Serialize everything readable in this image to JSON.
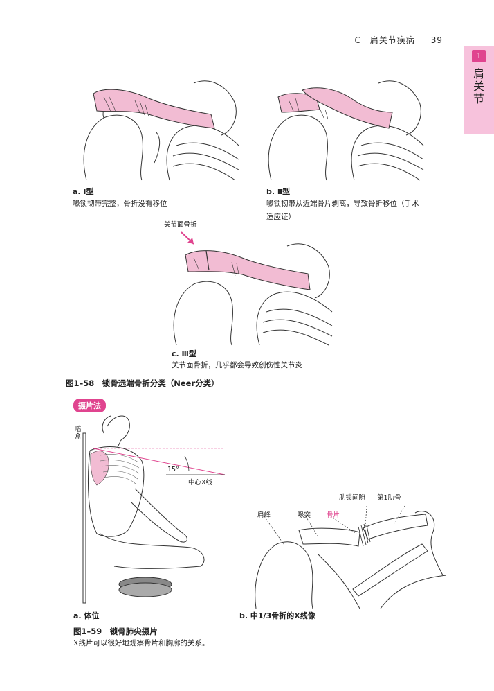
{
  "header": {
    "section": "C　肩关节疾病",
    "page": "39"
  },
  "side_tab": {
    "number": "1",
    "label": "肩关节"
  },
  "fig58": {
    "a_label": "a. Ⅰ型",
    "a_text": "喙锁韧带完整，骨折没有移位",
    "b_label": "b. Ⅱ型",
    "b_text_1": "喙锁韧带从近端骨片剥离，导致骨折移位（手术",
    "b_text_2": "适应证）",
    "c_callout": "关节面骨折",
    "c_label": "c. Ⅲ型",
    "c_text": "关节面骨折，几乎都会导致创伤性关节炎",
    "title": "图1–58　锁骨远端骨折分类（Neer分类）"
  },
  "fig59": {
    "badge": "摄片法",
    "cassette_label": "暗盒",
    "angle_label": "15°",
    "beam_label": "中心X线",
    "xray_labels": {
      "acromion": "肩峰",
      "coracoid": "喙突",
      "fragment": "骨片",
      "cc_gap": "肋锁间隙",
      "rib1": "第1肋骨"
    },
    "a_label": "a. 体位",
    "b_label": "b. 中1/3骨折的X线像",
    "title": "图1–59　锁骨肺尖摄片",
    "note": "X线片可以很好地观察骨片和胸廓的关系。"
  },
  "colors": {
    "accent": "#e0448f",
    "tab_bg": "#f7c2dc",
    "bone_pink": "#f2bcd3"
  }
}
